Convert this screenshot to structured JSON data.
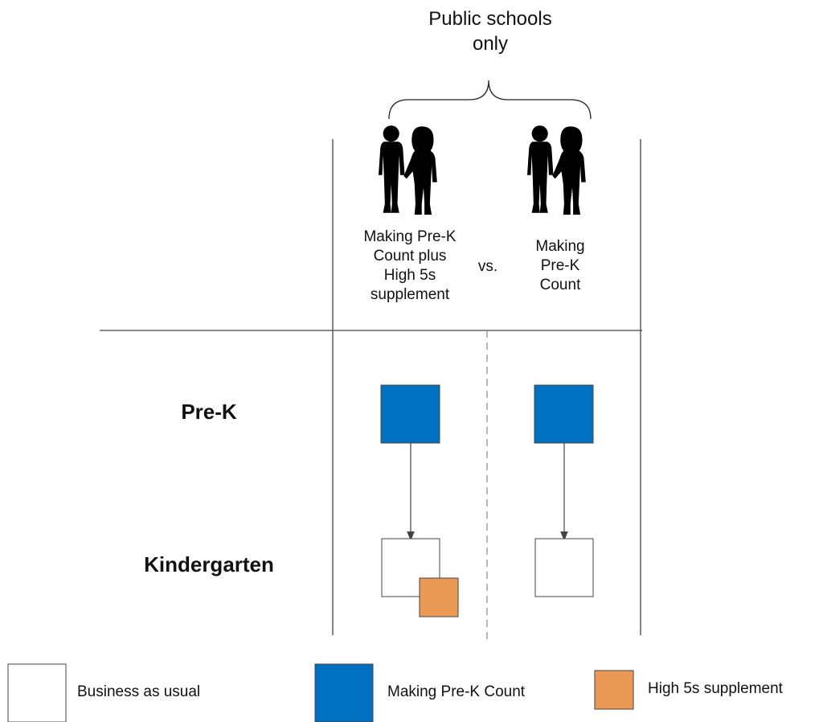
{
  "header": {
    "label": "Public schools\nonly"
  },
  "columns": {
    "left": "Making Pre-K\nCount plus\nHigh 5s\nsupplement",
    "vs": "vs.",
    "right": "Making\nPre-K\nCount"
  },
  "rows": {
    "prek": "Pre-K",
    "kindergarten": "Kindergarten"
  },
  "legend": {
    "business": "Business as usual",
    "mpc": "Making Pre-K Count",
    "high5s": "High 5s supplement"
  },
  "colors": {
    "blue": "#0070C0",
    "orange": "#EB9A55",
    "line": "#444444"
  },
  "icons": [
    "children-silhouette-icon",
    "children-silhouette-icon"
  ]
}
